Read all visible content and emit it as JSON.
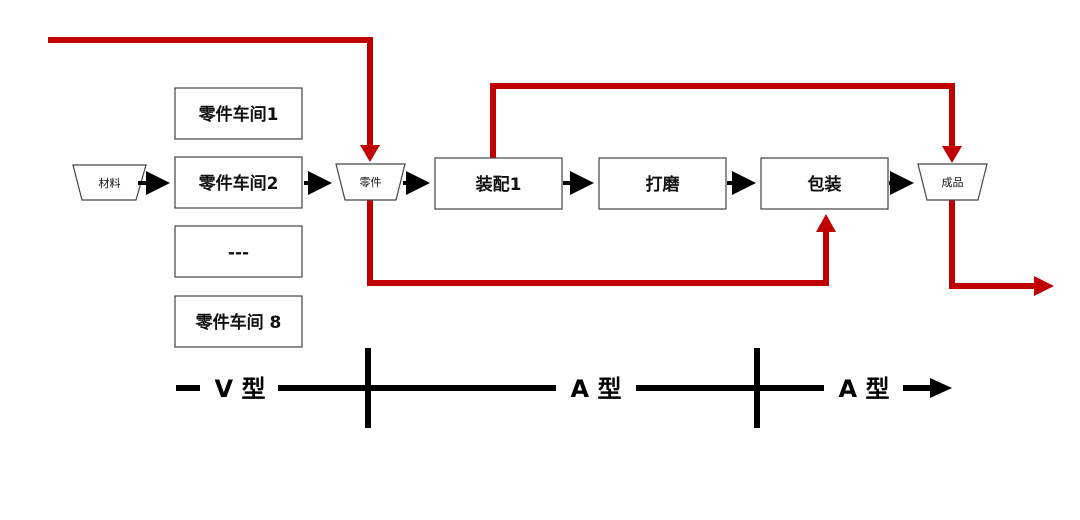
{
  "nodes": {
    "material": "材料",
    "workshop_1": "零件车间1",
    "workshop_2": "零件车间2",
    "workshop_ellipsis": "---",
    "workshop_8": "零件车间 8",
    "parts": "零件",
    "assembly": "装配1",
    "polishing": "打磨",
    "packaging": "包装",
    "finished": "成品"
  },
  "scale": {
    "segment_1": "V 型",
    "segment_2": "A 型",
    "segment_3": "A 型"
  },
  "colors": {
    "red_flow": "#c00000",
    "black_flow": "#000000"
  }
}
